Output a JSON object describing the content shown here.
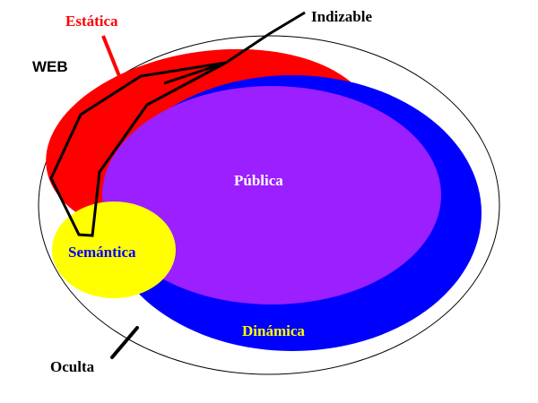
{
  "labels": {
    "web": "WEB",
    "estatica": "Estática",
    "indizable": "Indizable",
    "publica": "Pública",
    "semantica": "Semántica",
    "dinamica": "Dinámica",
    "oculta": "Oculta"
  },
  "colors": {
    "estatica": "#ff0000",
    "dinamica": "#0000ff",
    "publica": "#9b1fff",
    "semantica": "#ffff00",
    "label_white": "#ffffff",
    "label_yellow": "#ffff00",
    "label_blue": "#0000ff"
  }
}
